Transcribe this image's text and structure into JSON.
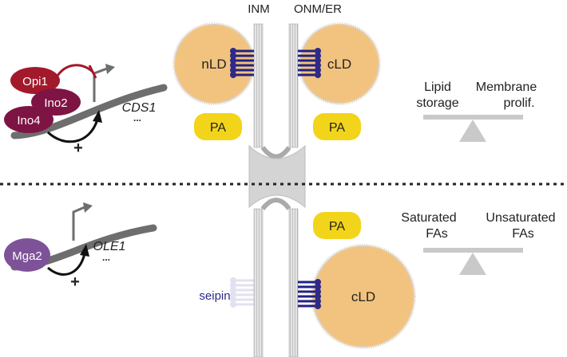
{
  "membranes": {
    "inm": "INM",
    "onm": "ONM/ER"
  },
  "top": {
    "nuclear_ld": "nLD",
    "cyto_ld": "cLD",
    "pa_left": "PA",
    "pa_right": "PA",
    "proteins": {
      "opi1": "Opi1",
      "ino2": "Ino2",
      "ino4": "Ino4"
    },
    "gene": "CDS1",
    "ellipsis": "...",
    "plus": "+",
    "balance": {
      "left": [
        "Lipid",
        "storage"
      ],
      "right": [
        "Membrane",
        "prolif."
      ]
    }
  },
  "bottom": {
    "cyto_ld": "cLD",
    "pa": "PA",
    "seipin": "seipin",
    "protein": "Mga2",
    "gene": "OLE1",
    "ellipsis": "...",
    "plus": "+",
    "balance": {
      "left": [
        "Saturated",
        "FAs"
      ],
      "right": [
        "Unsaturated",
        "FAs"
      ]
    }
  },
  "colors": {
    "lipid_droplet": "#F2C37E",
    "pa": "#F2D51A",
    "seipin": "#232182",
    "opi1": "#A3192C",
    "ino": "#7E1444",
    "mga2": "#7E5299",
    "balance": "#C9C9C9",
    "dna": "#6E6E6E"
  }
}
